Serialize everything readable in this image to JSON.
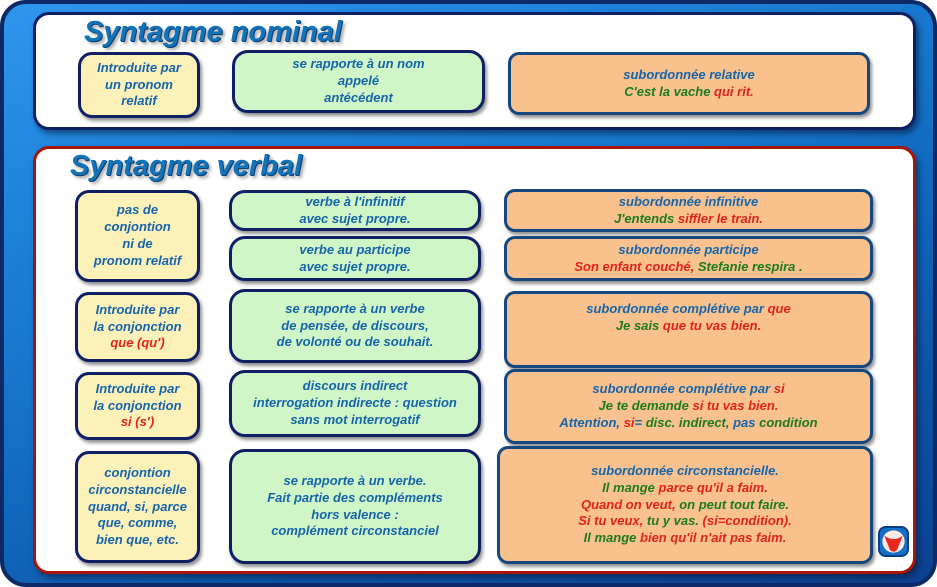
{
  "colors": {
    "background_blue_top": "#2f96ee",
    "background_blue_bottom": "#0b4190",
    "frame_border_navy": "#0d2a66",
    "nominal_panel_border": "#0e1f63",
    "verbal_panel_border": "#a81408",
    "yellow_box_fill": "#fdf1ba",
    "green_box_fill": "#d0f5c7",
    "orange_box_fill": "#f9c18e",
    "box_border_navy": "#0e2063",
    "text_blue": "#1565ab",
    "text_red": "#e2231a",
    "text_green": "#1d7b1d",
    "title_blue": "#1273b8"
  },
  "nominal": {
    "title": "Syntagme nominal",
    "cause": [
      [
        {
          "t": "Introduite par",
          "c": "b"
        }
      ],
      [
        {
          "t": "un pronom",
          "c": "b"
        }
      ],
      [
        {
          "t": "relatif",
          "c": "b"
        }
      ]
    ],
    "form": [
      [
        {
          "t": "se rapporte à un nom",
          "c": "b"
        }
      ],
      [
        {
          "t": "appelé",
          "c": "b"
        }
      ],
      [
        {
          "t": "antécédent",
          "c": "b"
        }
      ]
    ],
    "example": [
      [
        {
          "t": "subordonnée relative",
          "c": "b"
        }
      ],
      [
        {
          "t": "C'est la vache ",
          "c": "g"
        },
        {
          "t": "qui rit.",
          "c": "r"
        }
      ]
    ]
  },
  "verbal": {
    "title": "Syntagme verbal",
    "no_conj_cause": [
      [
        {
          "t": "pas de",
          "c": "b"
        }
      ],
      [
        {
          "t": "conjontion",
          "c": "b"
        }
      ],
      [
        {
          "t": "ni de",
          "c": "b"
        }
      ],
      [
        {
          "t": "pronom relatif",
          "c": "b"
        }
      ]
    ],
    "infinitive_form": [
      [
        {
          "t": "verbe à l'infinitif",
          "c": "b"
        }
      ],
      [
        {
          "t": "avec sujet propre.",
          "c": "b"
        }
      ]
    ],
    "infinitive_example": [
      [
        {
          "t": "subordonnée infinitive",
          "c": "b"
        }
      ],
      [
        {
          "t": "J'entends ",
          "c": "g"
        },
        {
          "t": "siffler le train.",
          "c": "r"
        }
      ]
    ],
    "participle_form": [
      [
        {
          "t": "verbe au participe",
          "c": "b"
        }
      ],
      [
        {
          "t": "avec sujet propre.",
          "c": "b"
        }
      ]
    ],
    "participle_example": [
      [
        {
          "t": "subordonnée participe",
          "c": "b"
        }
      ],
      [
        {
          "t": "Son enfant couché, ",
          "c": "r"
        },
        {
          "t": "Stefanie respira .",
          "c": "g"
        }
      ]
    ],
    "que_cause": [
      [
        {
          "t": "Introduite par",
          "c": "b"
        }
      ],
      [
        {
          "t": "la conjonction",
          "c": "b"
        }
      ],
      [
        {
          "t": "que (qu')",
          "c": "r"
        }
      ]
    ],
    "que_form": [
      [
        {
          "t": "se rapporte à un verbe",
          "c": "b"
        }
      ],
      [
        {
          "t": "de pensée, de discours,",
          "c": "b"
        }
      ],
      [
        {
          "t": "de volonté ou de souhait.",
          "c": "b"
        }
      ]
    ],
    "que_example": [
      [
        {
          "t": "subordonnée complétive par ",
          "c": "b"
        },
        {
          "t": "que",
          "c": "r"
        }
      ],
      [
        {
          "t": "Je sais ",
          "c": "g"
        },
        {
          "t": "que tu vas bien.",
          "c": "r"
        }
      ]
    ],
    "si_cause": [
      [
        {
          "t": "Introduite par",
          "c": "b"
        }
      ],
      [
        {
          "t": "la conjonction",
          "c": "b"
        }
      ],
      [
        {
          "t": "si (s')",
          "c": "r"
        }
      ]
    ],
    "si_form": [
      [
        {
          "t": "discours indirect",
          "c": "b"
        }
      ],
      [
        {
          "t": "interrogation indirecte : question",
          "c": "b"
        }
      ],
      [
        {
          "t": "sans mot interrogatif",
          "c": "b"
        }
      ]
    ],
    "si_example": [
      [
        {
          "t": "subordonnée complétive par ",
          "c": "b"
        },
        {
          "t": "si",
          "c": "r"
        }
      ],
      [
        {
          "t": "Je te demande ",
          "c": "g"
        },
        {
          "t": "si tu vas bien.",
          "c": "r"
        }
      ],
      [
        {
          "t": "Attention, ",
          "c": "b"
        },
        {
          "t": "si",
          "c": "r"
        },
        {
          "t": "= ",
          "c": "b"
        },
        {
          "t": "disc. indirect, ",
          "c": "g"
        },
        {
          "t": "pas ",
          "c": "b"
        },
        {
          "t": "condition",
          "c": "g"
        }
      ]
    ],
    "circ_cause": [
      [
        {
          "t": "conjontion",
          "c": "b"
        }
      ],
      [
        {
          "t": "circonstancielle",
          "c": "b"
        }
      ],
      [
        {
          "t": "quand, si, parce",
          "c": "b"
        }
      ],
      [
        {
          "t": "que, comme,",
          "c": "b"
        }
      ],
      [
        {
          "t": "bien que, etc.",
          "c": "b"
        }
      ]
    ],
    "circ_form": [
      [
        {
          "t": "se rapporte à un verbe.",
          "c": "b"
        }
      ],
      [
        {
          "t": "Fait partie des compléments",
          "c": "b"
        }
      ],
      [
        {
          "t": "hors valence :",
          "c": "b"
        }
      ],
      [
        {
          "t": "complément circonstanciel",
          "c": "b"
        }
      ]
    ],
    "circ_example": [
      [
        {
          "t": "subordonnée circonstancielle.",
          "c": "b"
        }
      ],
      [
        {
          "t": "Il mange ",
          "c": "g"
        },
        {
          "t": "parce qu'il a faim.",
          "c": "r"
        }
      ],
      [
        {
          "t": "Quand on veut, ",
          "c": "r"
        },
        {
          "t": "on peut tout faire.",
          "c": "g"
        }
      ],
      [
        {
          "t": "Si tu veux, ",
          "c": "r"
        },
        {
          "t": "tu y vas. ",
          "c": "g"
        },
        {
          "t": "(si=condition).",
          "c": "r"
        }
      ],
      [
        {
          "t": "Il mange ",
          "c": "g"
        },
        {
          "t": "bien qu'il n'ait pas faim.",
          "c": "r"
        }
      ]
    ]
  },
  "logo": {
    "name": "v-logo"
  }
}
